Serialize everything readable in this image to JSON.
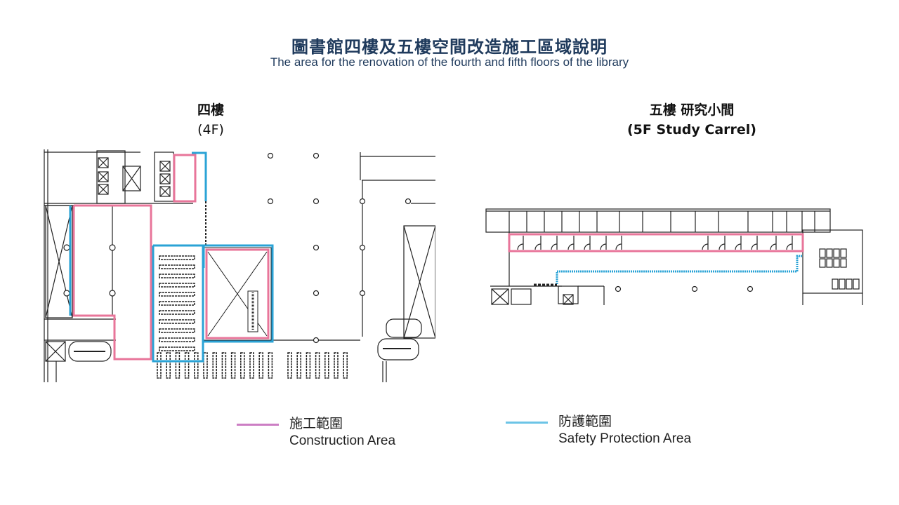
{
  "header": {
    "title_zh": "圖書館四樓及五樓空間改造施工區域說明",
    "title_en": "The area for the renovation of the fourth and fifth floors of the library"
  },
  "floors": [
    {
      "id": "4f",
      "label_zh": "四樓",
      "label_en": "(4F)"
    },
    {
      "id": "5f",
      "label_zh": "五樓 研究小間",
      "label_en": "(5F Study Carrel)"
    }
  ],
  "legend": [
    {
      "id": "construction",
      "label_zh": "施工範圍",
      "label_en": "Construction Area",
      "color": "#e8759a",
      "swatch_color": "#cc7ec4"
    },
    {
      "id": "safety",
      "label_zh": "防護範圍",
      "label_en": "Safety Protection Area",
      "color": "#2aa3d6",
      "swatch_color": "#6cc4e6"
    }
  ],
  "colors": {
    "title": "#1f3a5c",
    "wall": "#222222",
    "construction": "#e8759a",
    "safety": "#2aa3d6"
  }
}
